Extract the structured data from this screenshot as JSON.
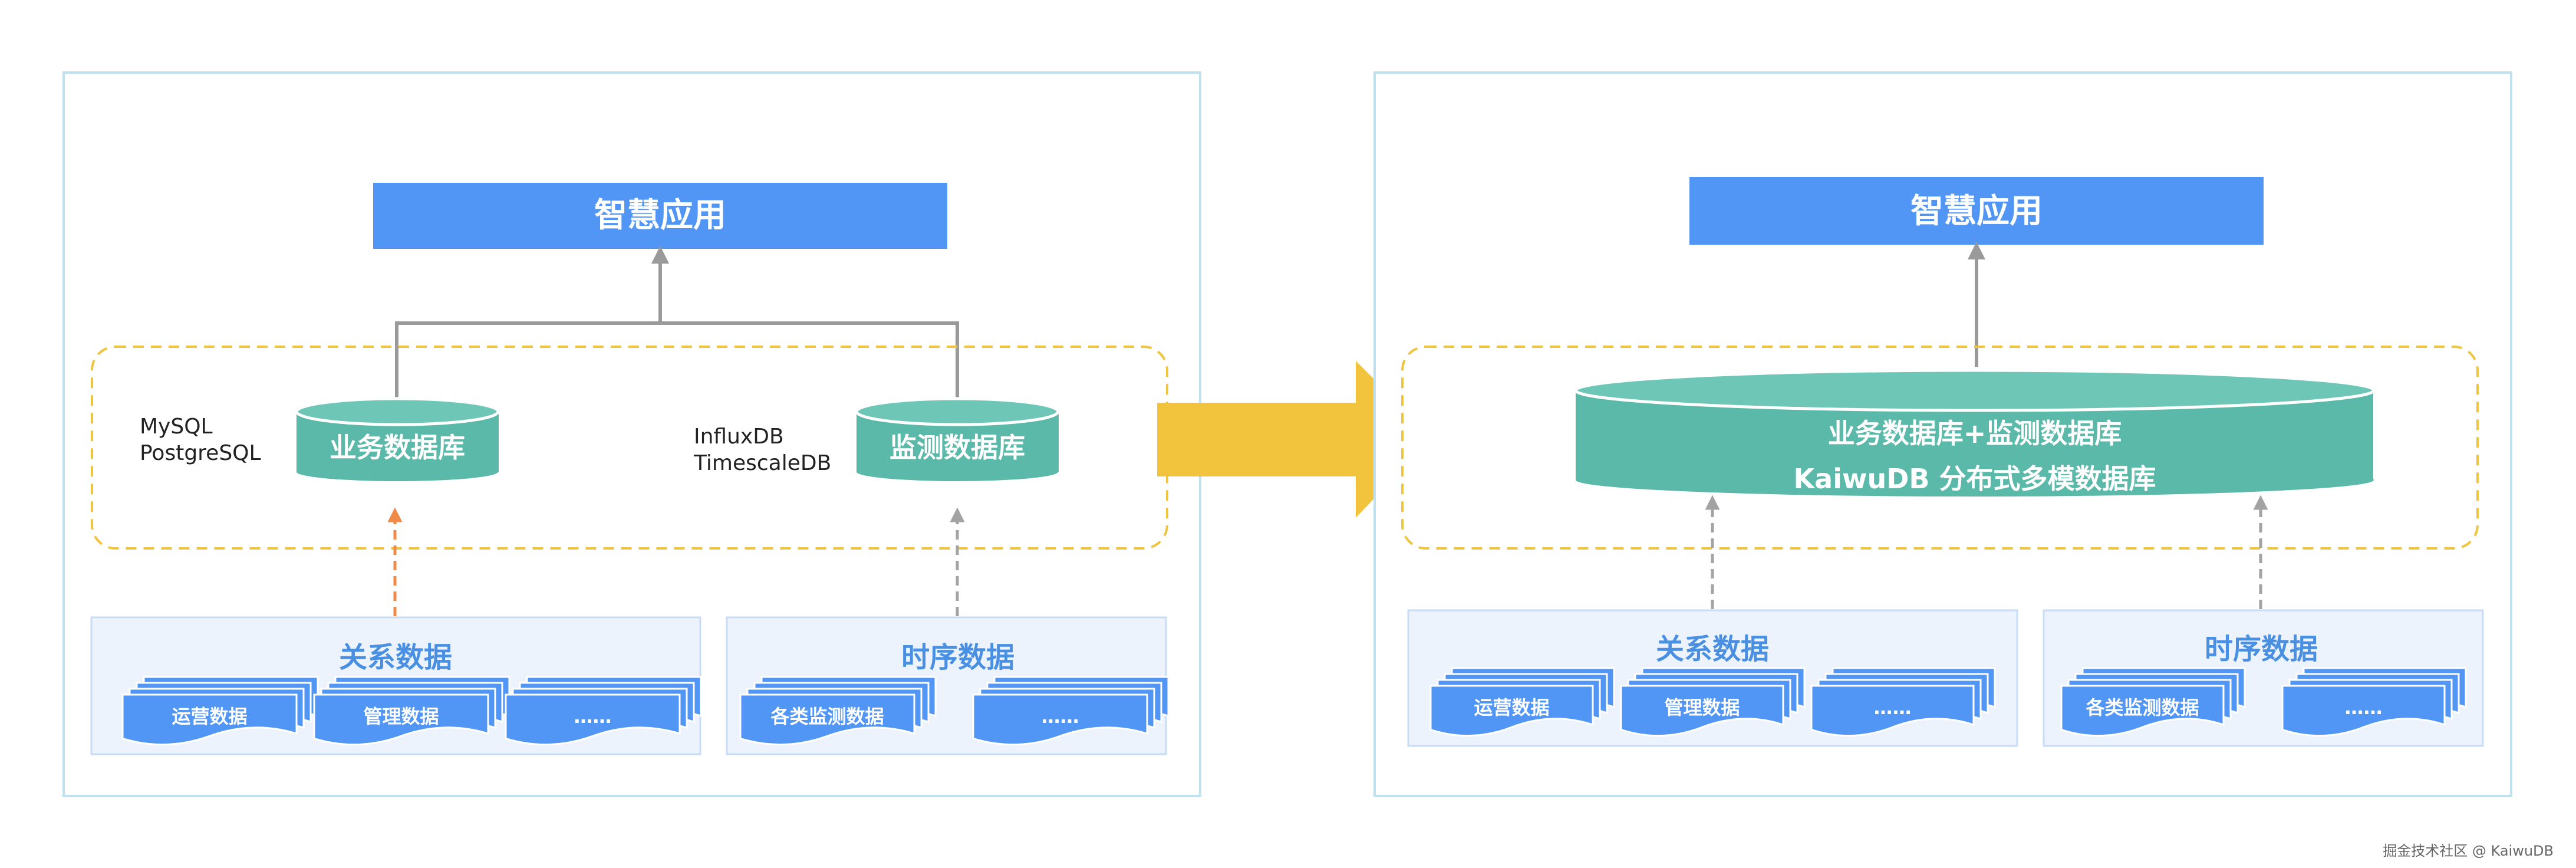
{
  "colors": {
    "panel_border": "#bfe0ee",
    "app_box": "#5296f5",
    "db": "#5ab9a8",
    "dashed_group": "#efc53f",
    "source_panel_bg": "#edf3fd",
    "source_panel_border": "#c9dcf6",
    "source_title": "#4a90e2",
    "doc_fill": "#5296f5",
    "big_arrow": "#f2c43d",
    "orange_arrow": "#f08a48",
    "gray_arrow": "#a3a3a3",
    "connector": "#9a9a9a"
  },
  "left": {
    "app_label": "智慧应用",
    "db_business": {
      "label": "业务数据库",
      "engines": [
        "MySQL",
        "PostgreSQL"
      ]
    },
    "db_monitor": {
      "label": "监测数据库",
      "engines": [
        "InfluxDB",
        "TimescaleDB"
      ]
    },
    "relational": {
      "title": "关系数据",
      "docs": [
        "运营数据",
        "管理数据",
        "……"
      ]
    },
    "timeseries": {
      "title": "时序数据",
      "docs": [
        "各类监测数据",
        "……"
      ]
    }
  },
  "right": {
    "app_label": "智慧应用",
    "db_unified": {
      "line1": "业务数据库+监测数据库",
      "line2": "KaiwuDB 分布式多模数据库"
    },
    "relational": {
      "title": "关系数据",
      "docs": [
        "运营数据",
        "管理数据",
        "……"
      ]
    },
    "timeseries": {
      "title": "时序数据",
      "docs": [
        "各类监测数据",
        "……"
      ]
    }
  },
  "watermark": "掘金技术社区 @ KaiwuDB"
}
